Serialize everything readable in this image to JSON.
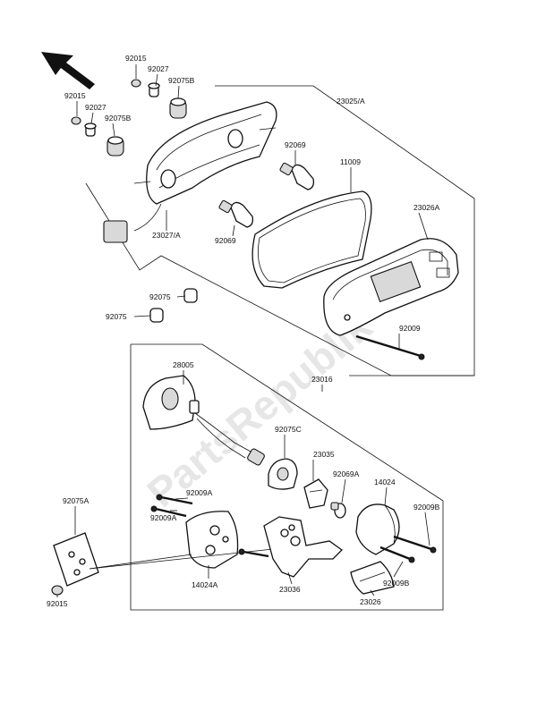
{
  "watermark": "PartsRepublik",
  "labels": {
    "l_92015_a": "92015",
    "l_92027_a": "92027",
    "l_92075b_a": "92075B",
    "l_92015_b": "92015",
    "l_92027_b": "92027",
    "l_92075b_b": "92075B",
    "l_23025a": "23025/A",
    "l_92069_a": "92069",
    "l_11009": "11009",
    "l_23026a": "23026A",
    "l_23027a": "23027/A",
    "l_92069_b": "92069",
    "l_92075_a": "92075",
    "l_92075_b": "92075",
    "l_92009": "92009",
    "l_28005": "28005",
    "l_23016": "23016",
    "l_92075c": "92075C",
    "l_23035": "23035",
    "l_92069a": "92069A",
    "l_14024": "14024",
    "l_92075a": "92075A",
    "l_92009a_a": "92009A",
    "l_92009b_a": "92009B",
    "l_92009a_b": "92009A",
    "l_14024a": "14024A",
    "l_23036": "23036",
    "l_92009b_b": "92009B",
    "l_92015_c": "92015",
    "l_23026": "23026"
  }
}
